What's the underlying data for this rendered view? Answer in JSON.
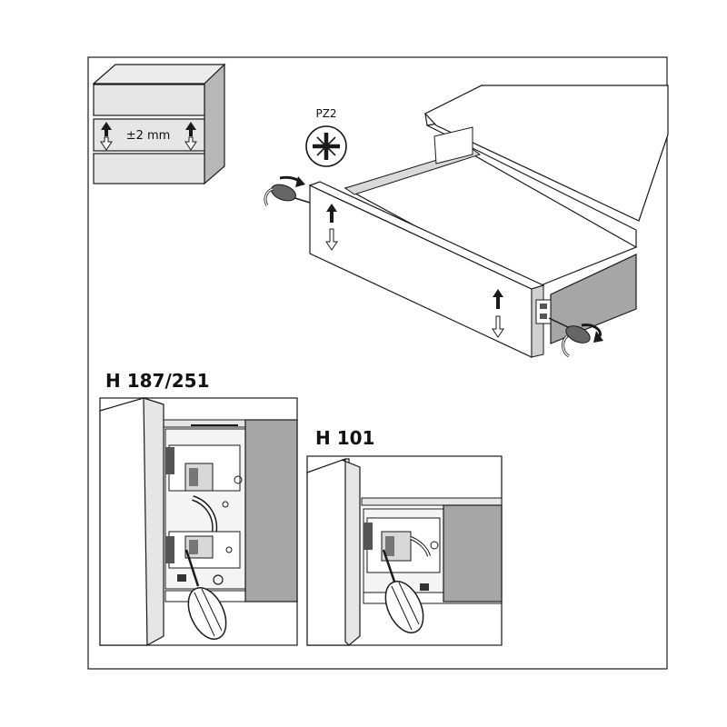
{
  "cabinet_detail": {
    "adjust_label": "±2 mm"
  },
  "tool": {
    "label": "PZ2"
  },
  "panel_large": {
    "title": "H 187/251"
  },
  "panel_small": {
    "title": "H 101"
  },
  "colors": {
    "stroke": "#1a1a1a",
    "panel_gray": "#e6e6e6",
    "side_gray": "#a6a6a6",
    "dark_gray": "#8c8c8c"
  }
}
